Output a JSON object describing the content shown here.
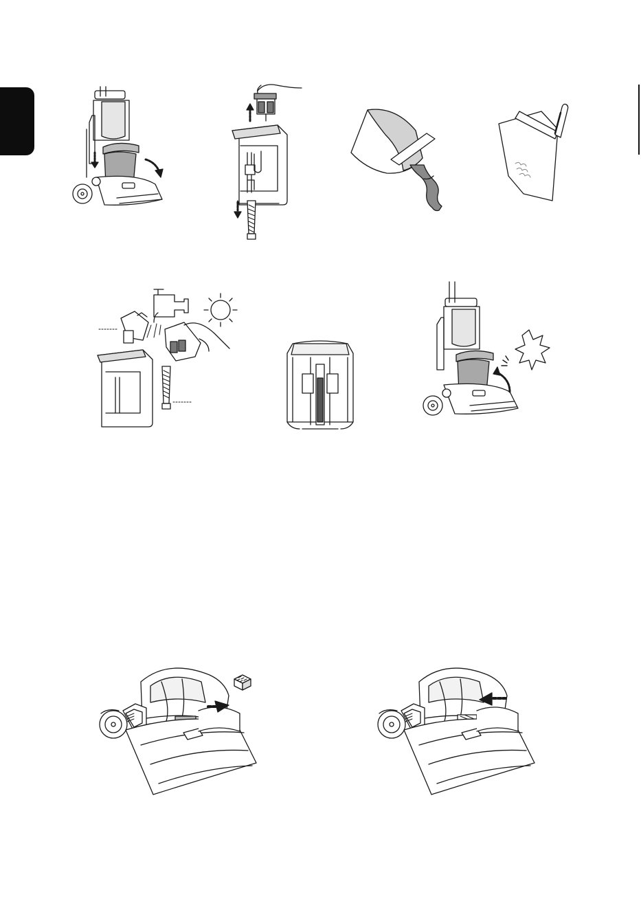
{
  "page": {
    "background": "#ffffff",
    "ink": "#1a1a1a",
    "tab_color": "#0d0d0d",
    "panel_gray": "#cfcfcf",
    "mid_gray": "#9a9a9a"
  },
  "figures": [
    {
      "id": "fig-1",
      "icon": "cleaner-remove-tank-illustration"
    },
    {
      "id": "fig-2",
      "icon": "lift-out-filter-illustration"
    },
    {
      "id": "fig-3",
      "icon": "pour-dirty-water-illustration"
    },
    {
      "id": "fig-4",
      "icon": "check-water-temperature-illustration"
    },
    {
      "id": "fig-5",
      "icon": "rinse-and-dry-parts-illustration"
    },
    {
      "id": "fig-6",
      "icon": "reassembled-tank-illustration"
    },
    {
      "id": "fig-7",
      "icon": "refit-tank-click-illustration"
    },
    {
      "id": "fig-8",
      "icon": "remove-nozzle-filter-illustration"
    },
    {
      "id": "fig-9",
      "icon": "insert-nozzle-filter-illustration"
    }
  ]
}
